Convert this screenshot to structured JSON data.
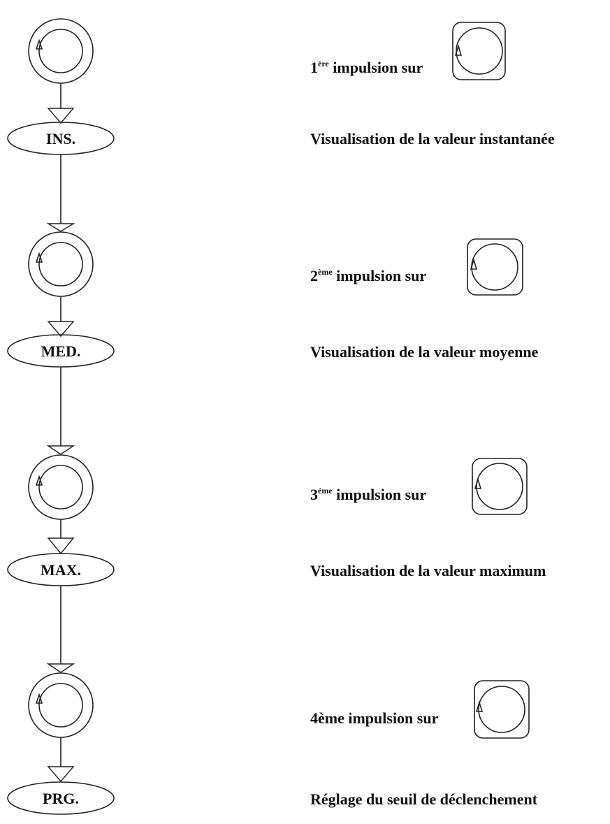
{
  "steps": [
    {
      "order": "1",
      "order_suffix": "ère",
      "action": " impulsion sur",
      "state": "INS.",
      "description": "Visualisation de la valeur instantanée"
    },
    {
      "order": "2",
      "order_suffix": "ème",
      "action": " impulsion sur",
      "state": "MED.",
      "description": "Visualisation de la valeur moyenne"
    },
    {
      "order": "3",
      "order_suffix": "éme",
      "action": " impulsion sur",
      "state": "MAX.",
      "description": "Visualisation de la valeur maximum"
    },
    {
      "order": "4ème",
      "order_suffix": "",
      "action": " impulsion sur",
      "state": "PRG.",
      "description": "Réglage du seuil de déclenchement"
    }
  ],
  "icons": {
    "button": "rotary-button-icon",
    "arrow": "arrow-down-icon",
    "state": "state-ellipse"
  }
}
